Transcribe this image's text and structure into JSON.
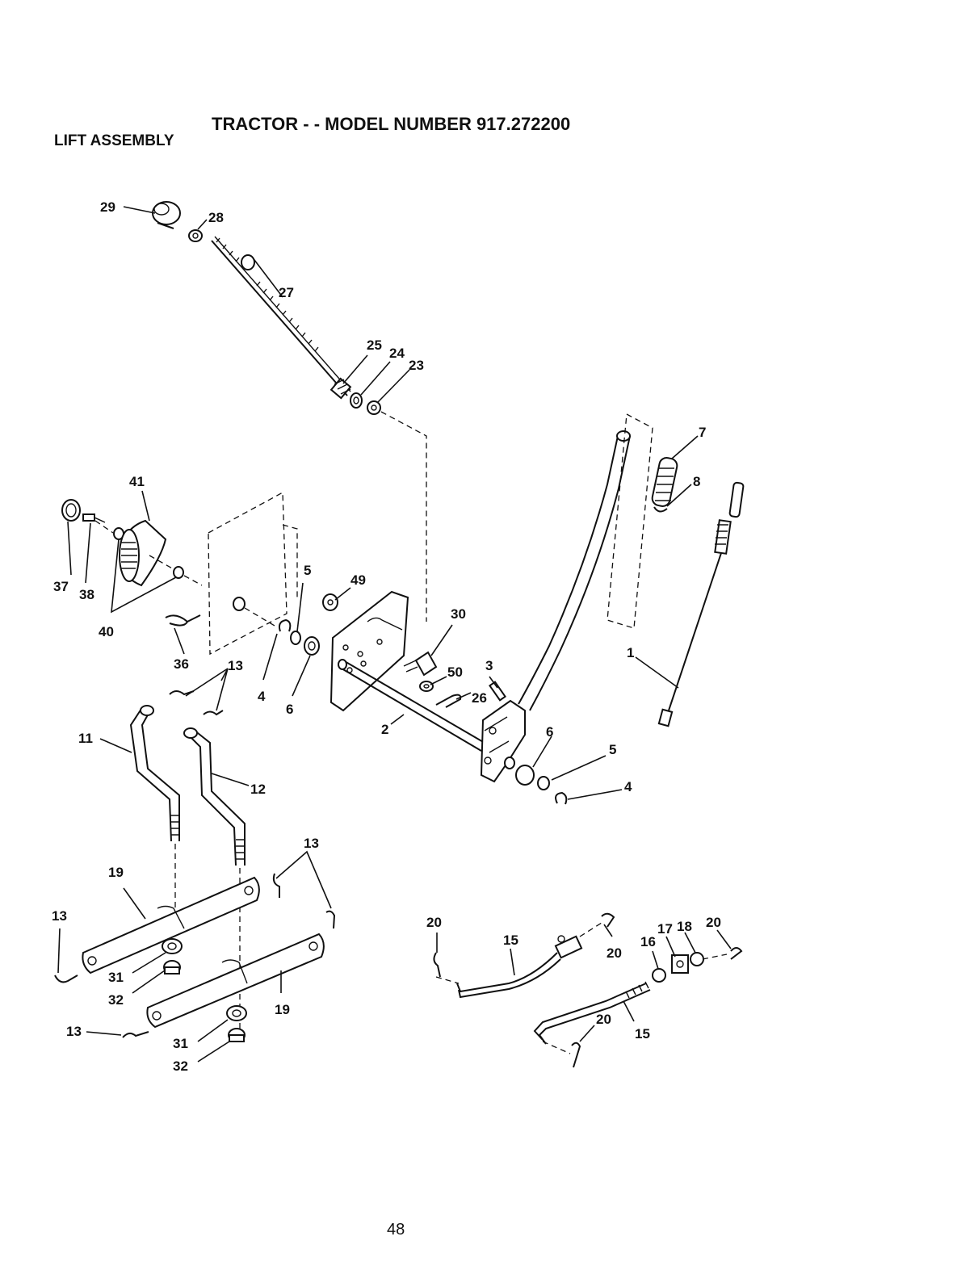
{
  "header": {
    "title": "TRACTOR - - MODEL NUMBER 917.272200",
    "section": "LIFT ASSEMBLY"
  },
  "callouts": {
    "c1": "1",
    "c2": "2",
    "c3": "3",
    "c4a": "4",
    "c4b": "4",
    "c5a": "5",
    "c5b": "5",
    "c6a": "6",
    "c6b": "6",
    "c7": "7",
    "c8": "8",
    "c11": "11",
    "c12": "12",
    "c13a": "13",
    "c13b": "13",
    "c13c": "13",
    "c13d": "13",
    "c15a": "15",
    "c15b": "15",
    "c16": "16",
    "c17": "17",
    "c18": "18",
    "c19a": "19",
    "c19b": "19",
    "c20a": "20",
    "c20b": "20",
    "c20c": "20",
    "c20d": "20",
    "c23": "23",
    "c24": "24",
    "c25": "25",
    "c26": "26",
    "c27": "27",
    "c28": "28",
    "c29": "29",
    "c30": "30",
    "c31a": "31",
    "c31b": "31",
    "c32a": "32",
    "c32b": "32",
    "c36": "36",
    "c37": "37",
    "c38": "38",
    "c40": "40",
    "c41": "41",
    "c49": "49",
    "c50": "50"
  },
  "footer": {
    "page_number": "48"
  }
}
